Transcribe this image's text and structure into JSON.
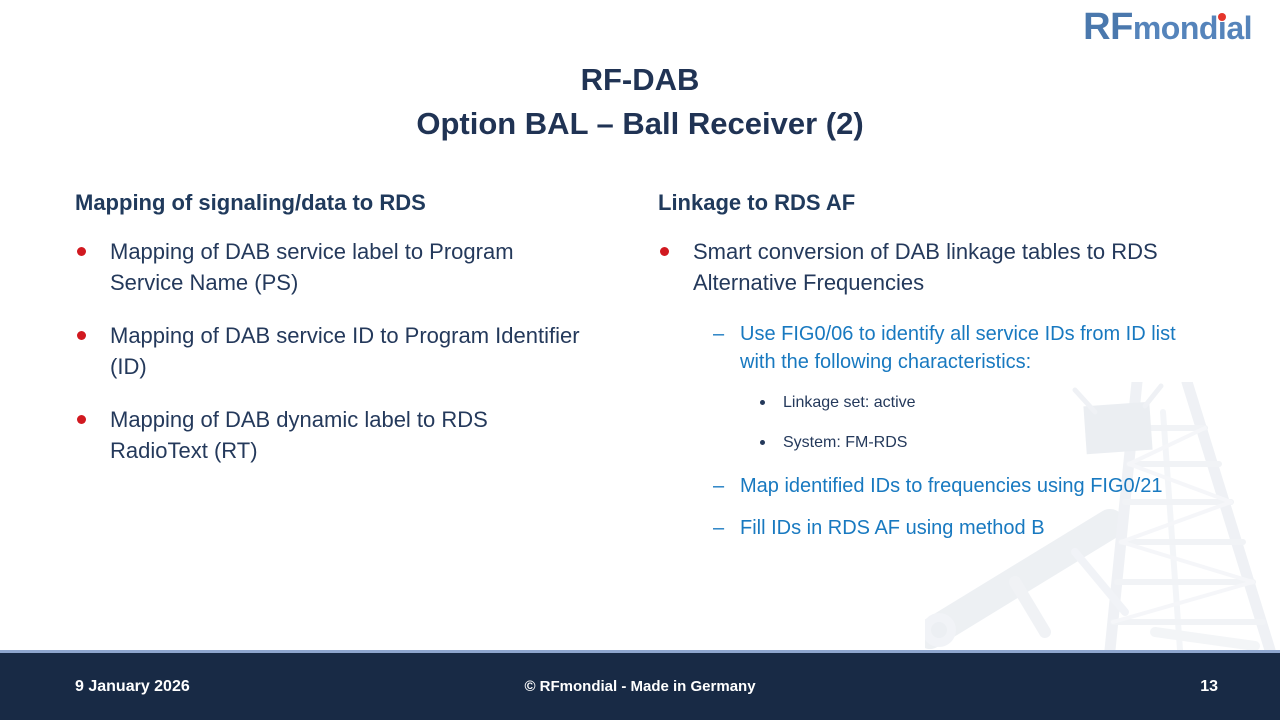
{
  "logo": {
    "rf": "RF",
    "mondial_pre": "mond",
    "mondial_i": "i",
    "mondial_post": "al",
    "rf_color": "#4a78ad",
    "mondial_color": "#5584bb",
    "dot_color": "#e5352b"
  },
  "title": {
    "line1": "RF-DAB",
    "line2": "Option BAL – Ball Receiver (2)"
  },
  "columns": {
    "left": {
      "heading": "Mapping of signaling/data to RDS",
      "bullets": [
        "Mapping of DAB service label to Program Service Name (PS)",
        "Mapping of DAB service ID to Program Identifier (ID)",
        "Mapping of DAB dynamic label to RDS RadioText (RT)"
      ]
    },
    "right": {
      "heading": "Linkage to RDS AF",
      "bullets": [
        "Smart conversion of DAB linkage tables to RDS Alternative Frequencies"
      ],
      "sub_bullets": [
        "Use FIG0/06 to identify all service IDs from ID list with the following characteristics:",
        "Map identified IDs to frequencies using FIG0/21",
        "Fill IDs in RDS AF using method B"
      ],
      "sub_sub_bullets": [
        "Linkage set: active",
        "System: FM-RDS"
      ]
    }
  },
  "footer": {
    "date": "9 January 2026",
    "copyright": "© RFmondial - Made in Germany",
    "page_number": "13"
  },
  "colors": {
    "title_navy": "#203354",
    "body_navy": "#24395b",
    "accent_blue": "#1879c0",
    "bullet_red": "#d11920",
    "footer_bg": "#182a45",
    "footer_line": "#8ea6ce"
  }
}
